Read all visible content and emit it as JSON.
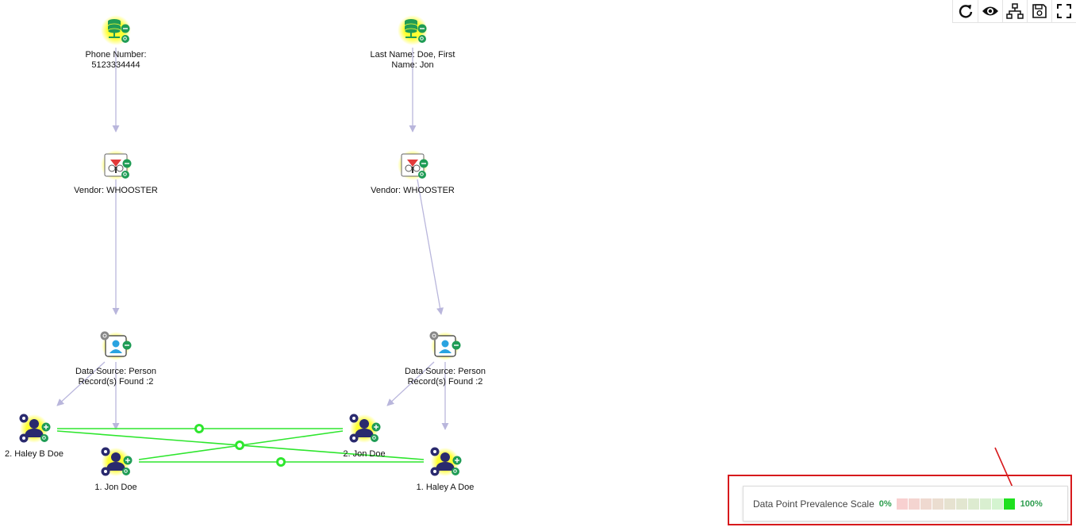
{
  "toolbar": {
    "buttons": [
      {
        "icon": "refresh-icon",
        "name": "refresh-button"
      },
      {
        "icon": "eye-icon",
        "name": "view-button"
      },
      {
        "icon": "hierarchy-icon",
        "name": "layout-button"
      },
      {
        "icon": "save-icon",
        "name": "save-button"
      },
      {
        "icon": "fullscreen-icon",
        "name": "fullscreen-button"
      }
    ]
  },
  "nodes": {
    "phone": {
      "label": "Phone Number:\n5123334444",
      "icon": "database-icon"
    },
    "name_query": {
      "label": "Last Name: Doe, First\nName: Jon",
      "icon": "database-icon"
    },
    "vendor_left": {
      "label": "Vendor: WHOOSTER",
      "icon": "vendor-logo-icon"
    },
    "vendor_right": {
      "label": "Vendor: WHOOSTER",
      "icon": "vendor-logo-icon"
    },
    "datasource_left": {
      "label": "Data Source: Person\nRecord(s) Found :2",
      "icon": "person-record-icon"
    },
    "datasource_right": {
      "label": "Data Source: Person\nRecord(s) Found :2",
      "icon": "person-record-icon"
    },
    "person_haley_b": {
      "label": "2.  Haley B Doe",
      "icon": "person-icon"
    },
    "person_jon_left": {
      "label": "1.  Jon Doe",
      "icon": "person-icon"
    },
    "person_jon_right": {
      "label": "2.  Jon Doe",
      "icon": "person-icon"
    },
    "person_haley_a": {
      "label": "1.  Haley A Doe",
      "icon": "person-icon"
    }
  },
  "legend": {
    "title": "Data Point Prevalence Scale",
    "min_label": "0%",
    "max_label": "100%",
    "selected_level": 1.0
  },
  "colors": {
    "edge": "#b9b6dc",
    "match_edge": "#2ee62e",
    "node_highlight": "#ffff33",
    "badge_green": "#1f9c55",
    "person_navy": "#2a2a6e",
    "annotation_red": "#d7191c"
  }
}
